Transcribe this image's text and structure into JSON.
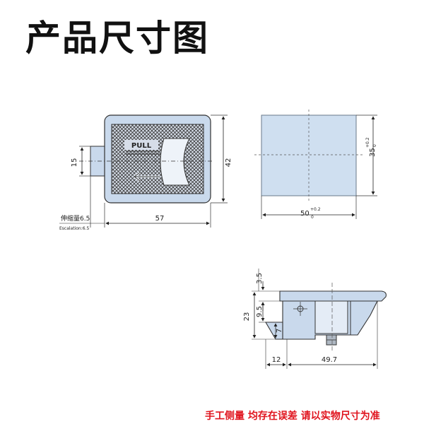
{
  "title": "产品尺寸图",
  "footer_note": "手工侧量 均存在误差 请以实物尺寸为准",
  "front_view": {
    "plate_label": "PULL",
    "dim_width": "57",
    "dim_height": "42",
    "dim_slot": "15",
    "escalation_cn": "伸缩量6.5",
    "escalation_en": "Escalation:6.5"
  },
  "cutout_view": {
    "width_base": "50",
    "width_tol_upper": "+0.2",
    "width_tol_lower": "0",
    "height_base": "35",
    "height_tol_upper": "+0.2",
    "height_tol_lower": "0"
  },
  "side_view": {
    "dim_top": "3.5",
    "dim_mid": "9.5",
    "dim_total": "23",
    "dim_latch": "7",
    "dim_left": "12",
    "dim_right": "49.7"
  },
  "colors": {
    "part_fill": "#c9d9ec",
    "panel_fill": "#cfdff0",
    "footer_red": "#e0141e"
  }
}
